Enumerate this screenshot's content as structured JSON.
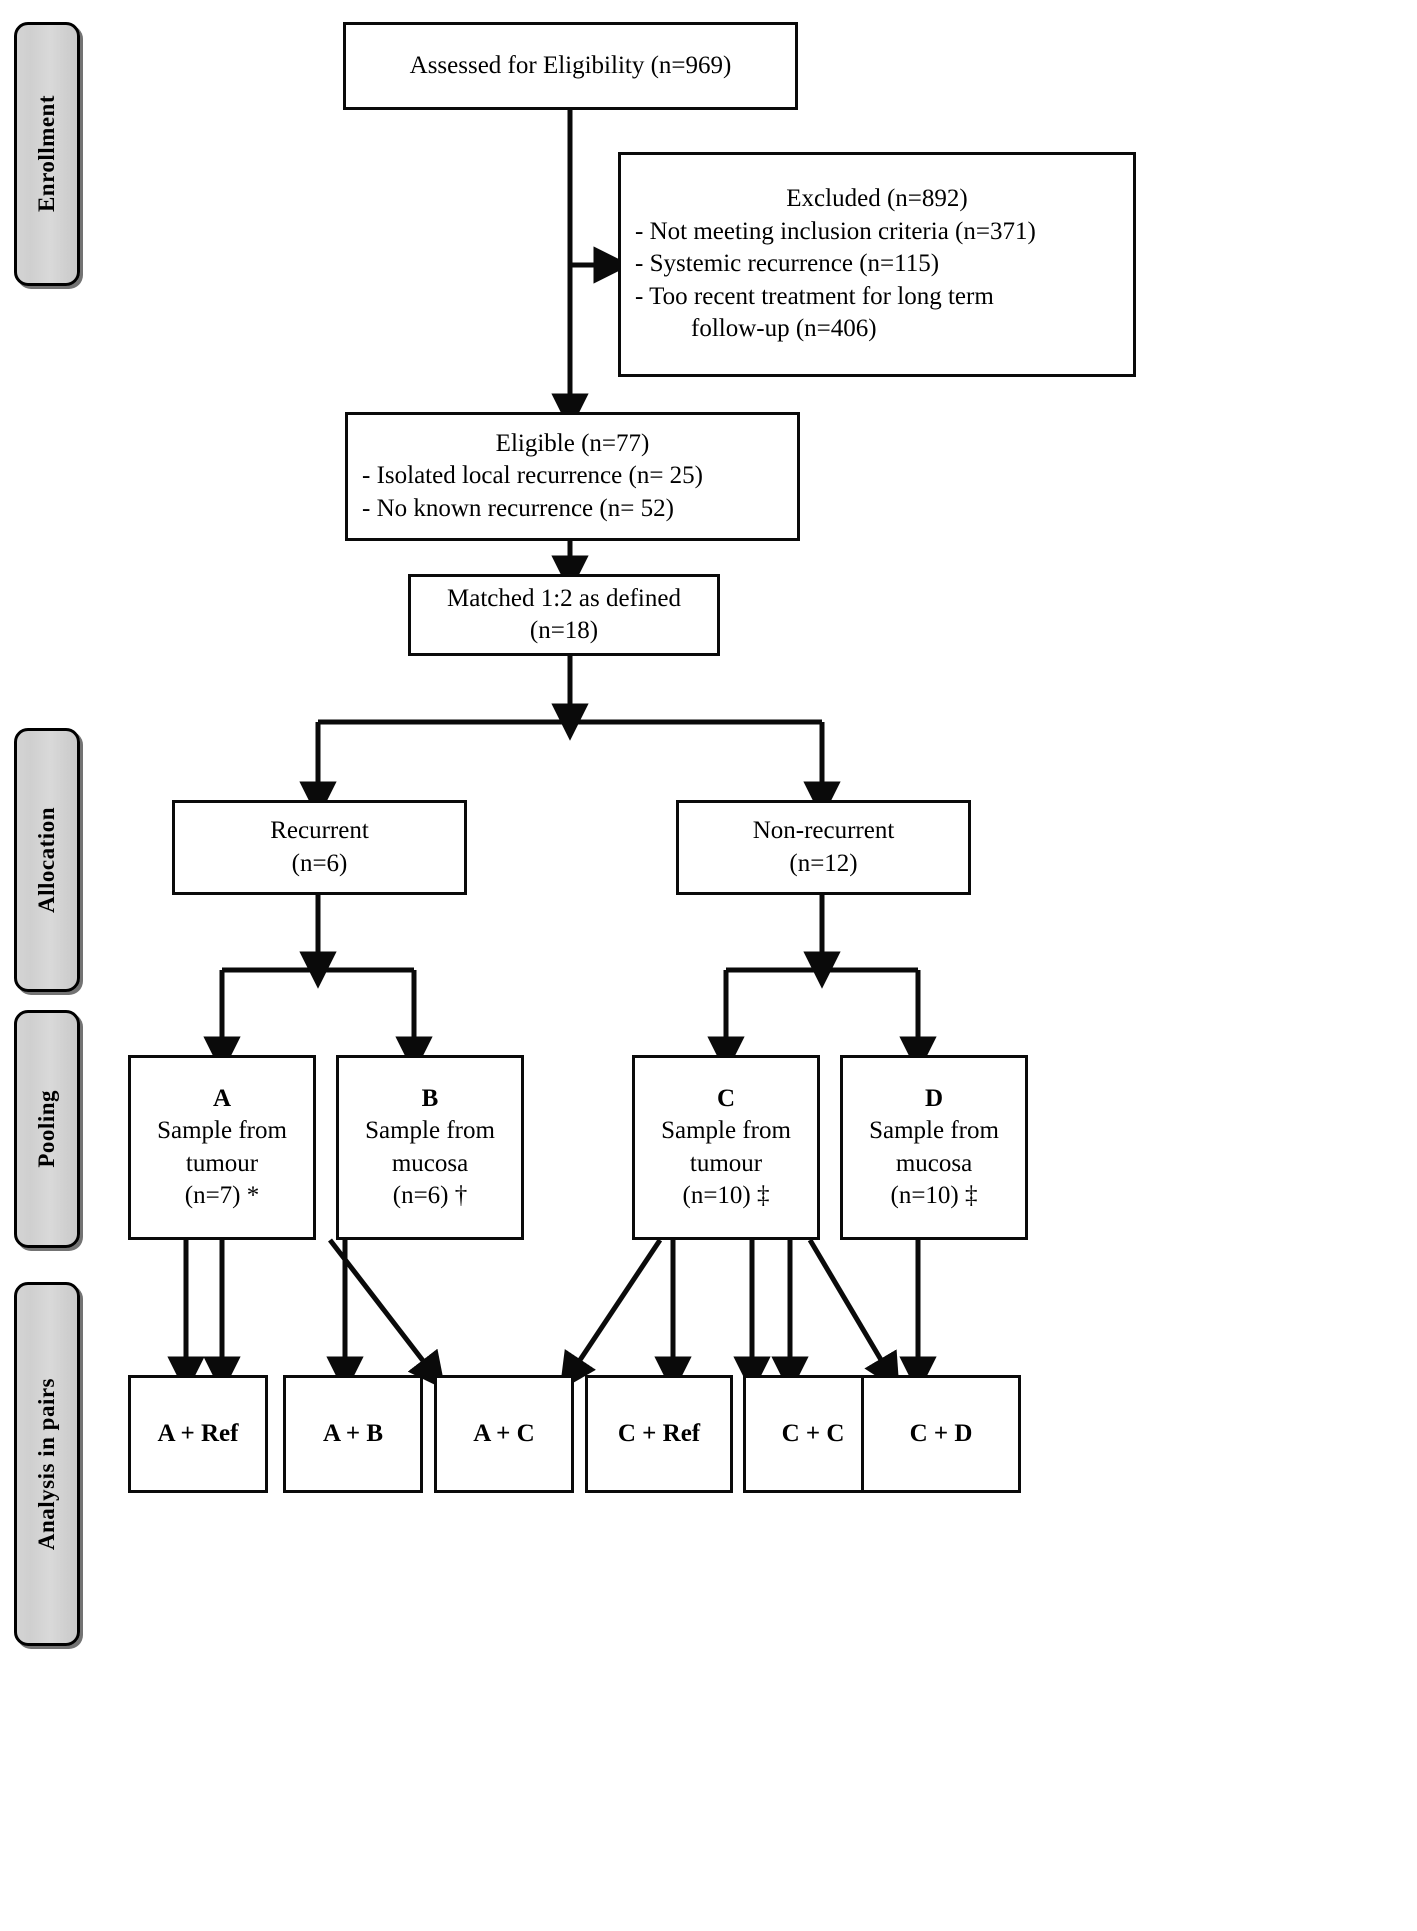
{
  "diagram": {
    "title": "Study participant flow diagram",
    "stages": [
      {
        "id": "enrollment",
        "label": "Enrollment"
      },
      {
        "id": "allocation",
        "label": "Allocation"
      },
      {
        "id": "pooling",
        "label": "Pooling"
      },
      {
        "id": "analysis",
        "label": "Analysis in pairs"
      }
    ],
    "nodes": {
      "assessed": {
        "lines": [
          "Assessed for Eligibility (n=969)"
        ]
      },
      "excluded": {
        "lines": [
          "Excluded (n=892)",
          "- Not meeting inclusion criteria (n=371)",
          "- Systemic recurrence (n=115)",
          "- Too recent treatment for long term",
          "follow-up (n=406)"
        ]
      },
      "eligible": {
        "lines": [
          "Eligible (n=77)",
          "- Isolated local recurrence (n= 25)",
          "- No known recurrence (n= 52)"
        ]
      },
      "matched": {
        "lines": [
          "Matched 1:2 as defined",
          "(n=18)"
        ]
      },
      "recurrent": {
        "lines": [
          "Recurrent",
          "(n=6)"
        ]
      },
      "nonrecurrent": {
        "lines": [
          "Non-recurrent",
          "(n=12)"
        ]
      },
      "poolA": {
        "lines": [
          "A",
          "Sample from",
          "tumour",
          "(n=7) *"
        ]
      },
      "poolB": {
        "lines": [
          "B",
          "Sample from",
          "mucosa",
          "(n=6) †"
        ]
      },
      "poolC": {
        "lines": [
          "C",
          "Sample from",
          "tumour",
          "(n=10) ‡"
        ]
      },
      "poolD": {
        "lines": [
          "D",
          "Sample from",
          "mucosa",
          "(n=10) ‡"
        ]
      },
      "pairARef": {
        "lines": [
          "A + Ref"
        ]
      },
      "pairAB": {
        "lines": [
          "A + B"
        ]
      },
      "pairAC": {
        "lines": [
          "A + C"
        ]
      },
      "pairCRef": {
        "lines": [
          "C + Ref"
        ]
      },
      "pairCC": {
        "lines": [
          "C + C"
        ]
      },
      "pairCD": {
        "lines": [
          "C + D"
        ]
      }
    },
    "colors": {
      "stroke": "#0a0a0a",
      "box_fill": "#ffffff",
      "stage_fill": "#d4d4d4",
      "text": "#000000"
    }
  }
}
